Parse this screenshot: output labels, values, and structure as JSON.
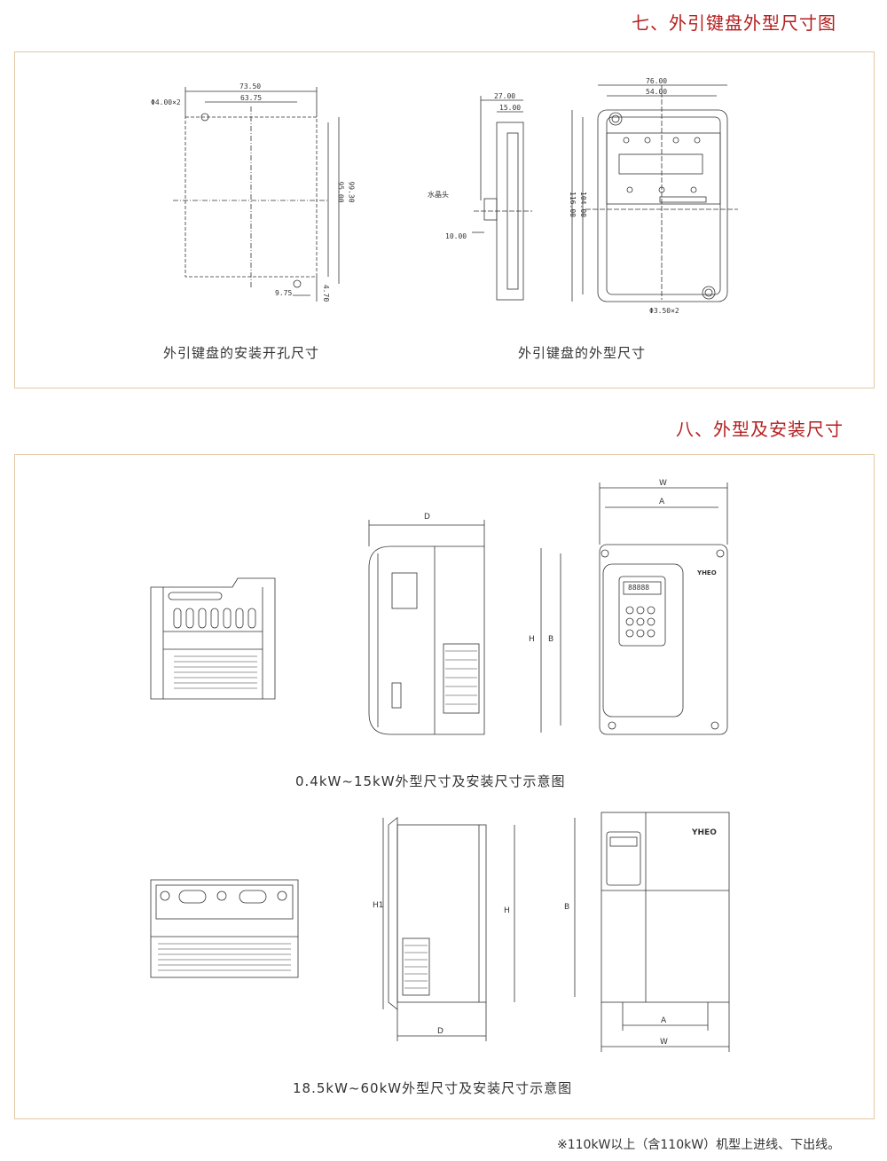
{
  "section7": {
    "title": "七、外引键盘外型尺寸图",
    "left_caption": "外引键盘的安装开孔尺寸",
    "right_caption": "外引键盘的外型尺寸",
    "cutout_dims": {
      "top_outer": "73.50",
      "top_inner": "63.75",
      "hole": "Φ4.00×2",
      "side_inner": "95.00",
      "side_outer": "99.30",
      "bottom_offset": "9.75",
      "bottom_small": "4.70"
    },
    "profile_dims": {
      "top_outer": "27.00",
      "top_inner": "15.00",
      "label": "水晶头",
      "bottom": "10.00"
    },
    "front_dims": {
      "top_outer": "76.00",
      "top_inner": "54.00",
      "side_outer": "116.00",
      "side_inner": "104.00",
      "hole": "Φ3.50×2"
    }
  },
  "section8": {
    "title": "八、外型及安装尺寸",
    "caption1": "0.4kW~15kW外型尺寸及安装尺寸示意图",
    "caption2": "18.5kW~60kW外型尺寸及安装尺寸示意图",
    "dim_labels": {
      "W": "W",
      "A": "A",
      "H": "H",
      "B": "B",
      "D": "D",
      "H1": "H1"
    },
    "display_value": "88888",
    "brand": "YHEO"
  },
  "footnote": "※110kW以上（含110kW）机型上进线、下出线。"
}
